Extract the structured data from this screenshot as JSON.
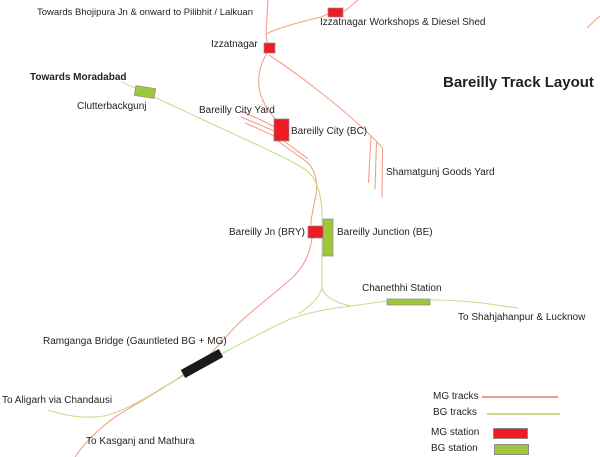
{
  "title": "Bareilly Track Layout",
  "colors": {
    "mg_track": "#F2A08C",
    "bg_track": "#C9DB8F",
    "mg_station": "#EE1B24",
    "bg_station": "#9DC83C",
    "bridge": "#1A1A1A",
    "text": "#231F20"
  },
  "labels": {
    "towards_bhojipura": "Towards Bhojipura Jn & onward to Pilibhit / Lalkuan",
    "izzatnagar_workshops": "Izzatnagar Workshops & Diesel Shed",
    "izzatnagar": "Izzatnagar",
    "towards_moradabad": "Towards Moradabad",
    "clutterbackgunj": "Clutterbackgunj",
    "bareilly_city_yard": "Bareilly City Yard",
    "bareilly_city": "Bareilly City (BC)",
    "shamatgunj": "Shamatgunj Goods Yard",
    "bareilly_jn": "Bareilly Jn (BRY)",
    "bareilly_junction": "Bareilly Junction (BE)",
    "chanethhi": "Chanethhi Station",
    "to_shahjahanpur": "To Shahjahanpur & Lucknow",
    "ramganga": "Ramganga Bridge (Gauntleted BG + MG)",
    "to_aligarh": "To Aligarh via Chandausi",
    "to_kasganj": "To Kasganj and Mathura"
  },
  "legend": {
    "mg_tracks": "MG tracks",
    "bg_tracks": "BG tracks",
    "mg_station": "MG station",
    "bg_station": "BG station"
  },
  "stations": {
    "mg": [
      "Izzatnagar Workshops & Diesel Shed",
      "Izzatnagar",
      "Bareilly City (BC)",
      "Bareilly Jn (BRY)"
    ],
    "bg": [
      "Clutterbackgunj",
      "Bareilly Junction (BE)",
      "Chanethhi Station"
    ]
  }
}
